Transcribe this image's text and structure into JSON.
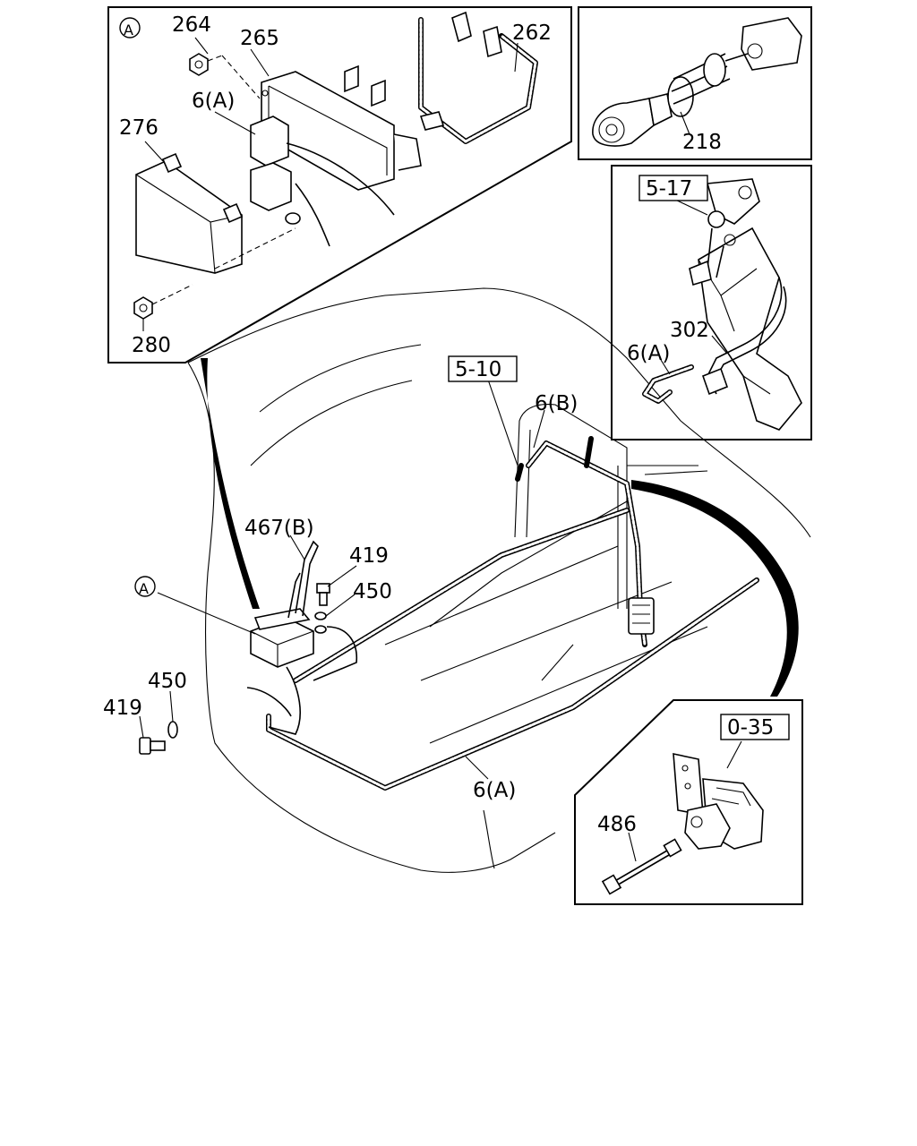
{
  "diagram": {
    "detail_a": {
      "marker": "A",
      "labels": [
        "264",
        "265",
        "262",
        "6(A)",
        "276",
        "280"
      ]
    },
    "detail_218": {
      "label": "218"
    },
    "detail_517": {
      "ref": "5-17",
      "labels": [
        "302",
        "6(A)"
      ]
    },
    "main": {
      "marker": "A",
      "ref": "5-10",
      "labels": [
        "6(B)",
        "467(B)",
        "419",
        "450",
        "450",
        "419",
        "6(A)"
      ]
    },
    "detail_035": {
      "ref": "0-35",
      "label": "486"
    }
  }
}
